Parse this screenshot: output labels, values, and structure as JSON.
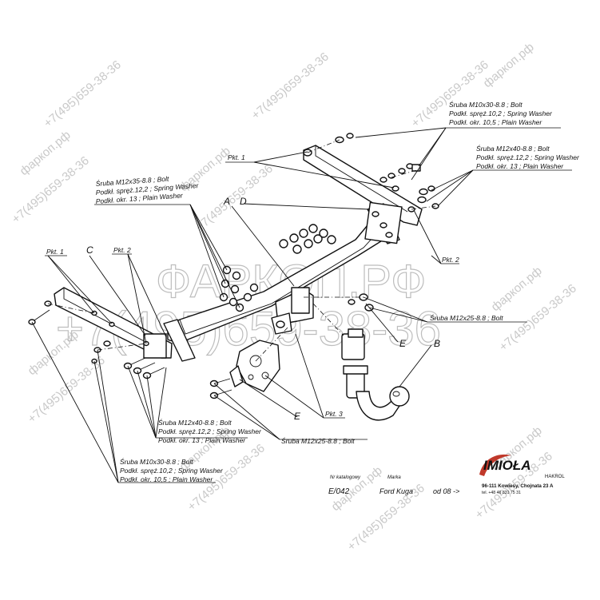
{
  "watermarks": {
    "phone": "+7(495)659-38-36",
    "site": "фаркоп.рф",
    "big_brand": "ФАРКОП.РФ",
    "big_phone": "+7(495)659-38-36"
  },
  "callouts": {
    "top_right_1": [
      "Śruba M10x30-8.8 ; Bolt",
      "Podkł. spręż.10,2 ; Spring Washer",
      "Podkł. okr. 10,5 ; Plain Washer"
    ],
    "top_right_2": [
      "Śruba M12x40-8.8 ; Bolt",
      "Podkł. spręż.12,2 ; Spring Washer",
      "Podkł. okr. 13 ; Plain Washer"
    ],
    "left_mid": [
      "Śruba M12x35-8.8 ; Bolt",
      "Podkł. spręż.12,2 ; Spring Washer",
      "Podkł. okr. 13 ; Plain Washer"
    ],
    "right_bolt": [
      "Śruba M12x25-8.8 ; Bolt"
    ],
    "bottom_mid": [
      "Śruba M12x40-8.8 ; Bolt",
      "Podkł. spręż.12,2 ; Spring Washer",
      "Podkł. okr. 13 ; Plain Washer"
    ],
    "bottom_bolt": [
      "Śruba M12x25-8.8 ; Bolt"
    ],
    "bottom_left": [
      "Śruba M10x30-8.8 ; Bolt",
      "Podkł. spręż.10,2 ; Spring Washer",
      "Podkł. okr. 10,5 ; Plain Washer"
    ]
  },
  "labels": {
    "pkt1_top": "Pkt. 1",
    "pkt1_left": "Pkt. 1",
    "pkt2_left": "Pkt. 2",
    "pkt2_right": "Pkt. 2",
    "pkt3": "Pkt. 3",
    "A": "A",
    "B": "B",
    "C": "C",
    "D": "D",
    "E_right": "E",
    "E_bottom": "E"
  },
  "title_block": {
    "catalog_label": "Nr katalogowy",
    "catalog_value": "E/042",
    "brand_label": "Marka",
    "brand_value": "Ford Kuga",
    "year_value": "od 08 ->",
    "company_logo": "IMIOŁA",
    "company_sub": "HAKROL",
    "address": "96-111 Kowiesy, Chojnata 23 A",
    "phone": "tel. +48 46 831 75 31"
  },
  "colors": {
    "logo": "#c0392b",
    "ink": "#111111",
    "watermark": "#c9c9c9"
  }
}
